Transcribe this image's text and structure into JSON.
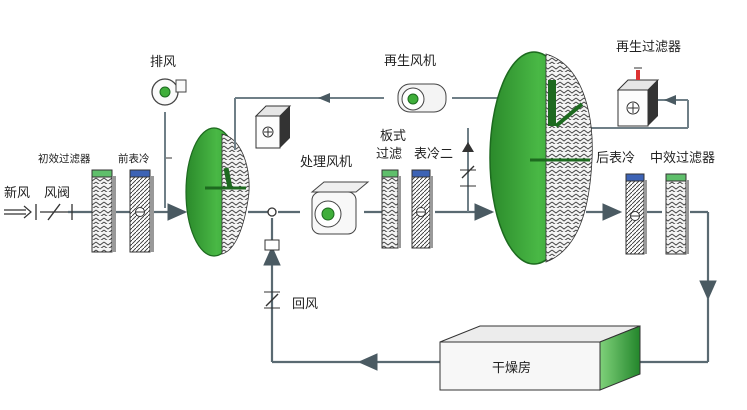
{
  "labels": {
    "fresh_air": "新风",
    "air_valve": "风阀",
    "primary_filter": "初效过滤器",
    "pre_cooler": "前表冷",
    "exhaust": "排风",
    "regen_fan": "再生风机",
    "regen_filter": "再生过滤器",
    "process_fan": "处理风机",
    "plate_filter": "板式过滤",
    "surface_cooler_2": "表冷二",
    "post_cooler": "后表冷",
    "medium_filter": "中效过滤器",
    "return_air": "回风",
    "drying_room": "干燥房"
  },
  "colors": {
    "wheel_green": "#3fae3a",
    "wheel_dark": "#1d6a1f",
    "pipe": "#5a6a72",
    "filter_blue": "#3d63b5",
    "filter_green": "#5fbf6b",
    "room_green": "#2f9f3a"
  }
}
